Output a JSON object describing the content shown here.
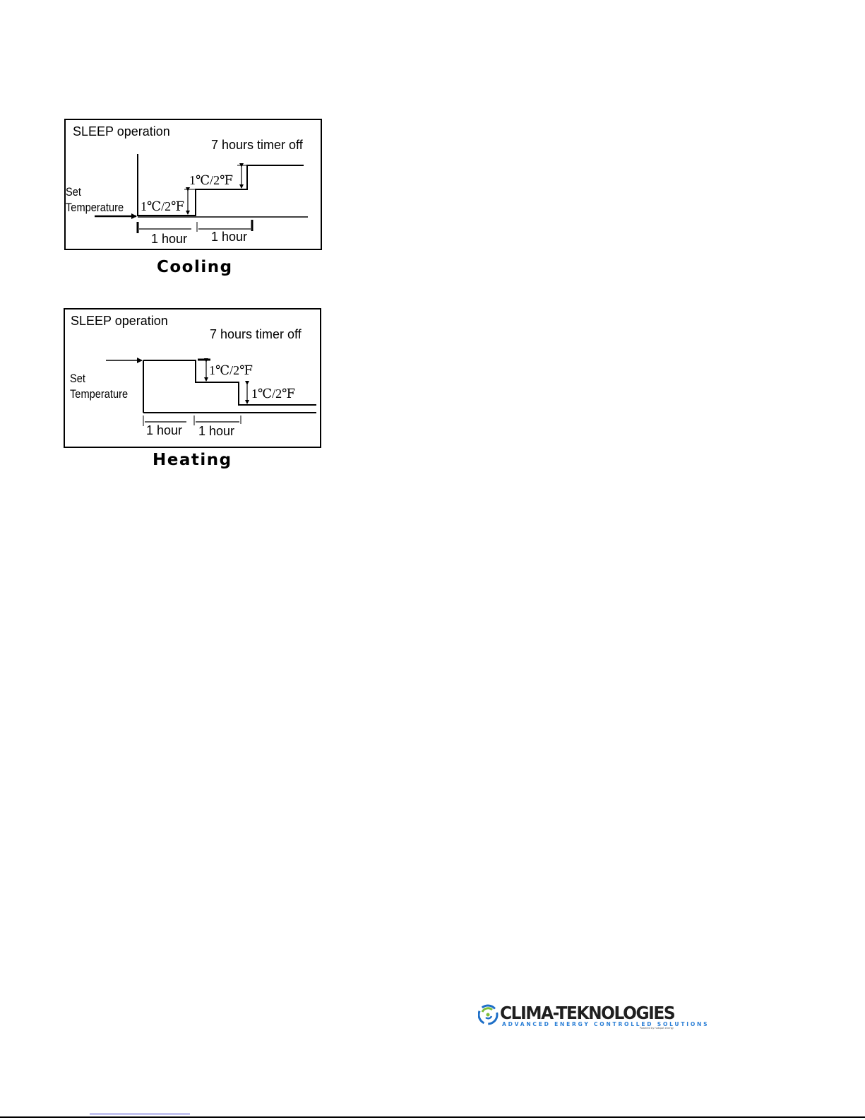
{
  "cooling": {
    "title": "SLEEP  operation",
    "timer": "7 hours timer off",
    "set_label_1": "Set",
    "set_label_2": "Temperature",
    "step_1": "1℃/2℉",
    "step_2": "1℃/2℉",
    "hour_1": "1 hour",
    "hour_2": "1 hour",
    "caption": "Cooling"
  },
  "heating": {
    "title": "SLEEP  operation",
    "timer": "7 hours timer off",
    "set_label_1": "Set",
    "set_label_2": "Temperature",
    "step_1": "1℃/2℉",
    "step_2": "1℃/2℉",
    "hour_1": "1 hour",
    "hour_2": "1 hour",
    "caption": "Heating"
  },
  "logo": {
    "name": "CLIMA-TEKNOLOGIES",
    "tagline": "ADVANCED ENERGY CONTROLLED SOLUTIONS",
    "subtag": "Powered by hotspot energy",
    "colors": {
      "text": "#1f1f1f",
      "tagline": "#2b7fd6",
      "green": "#7fbf3a",
      "blue": "#1e6fc7"
    }
  }
}
